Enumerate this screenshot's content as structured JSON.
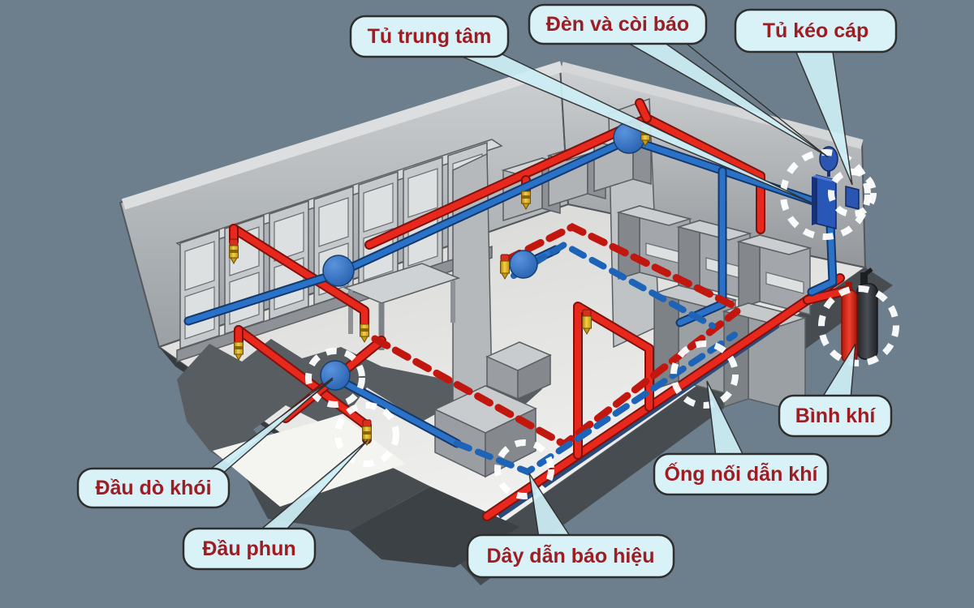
{
  "diagram": {
    "type": "isometric-fire-alarm-and-gas-suppression-system",
    "labels": [
      {
        "id": "tu-trung-tam",
        "text": "Tủ trung tâm"
      },
      {
        "id": "den-va-coi-bao",
        "text": "Đèn và còi báo"
      },
      {
        "id": "tu-keo-cap",
        "text": "Tủ kéo cáp"
      },
      {
        "id": "binh-khi",
        "text": "Bình khí"
      },
      {
        "id": "ong-noi-dan-khi",
        "text": "Ống nối dẫn khí"
      },
      {
        "id": "day-dan-bao-hieu",
        "text": "Dây dẫn báo hiệu"
      },
      {
        "id": "dau-do-khoi",
        "text": "Đầu dò khói"
      },
      {
        "id": "dau-phun",
        "text": "Đầu phun"
      }
    ],
    "components": [
      {
        "name": "central-control-cabinet",
        "label": "Tủ trung tâm"
      },
      {
        "name": "alarm-light-and-siren",
        "label": "Đèn và còi báo"
      },
      {
        "name": "cable-pull-cabinet",
        "label": "Tủ kéo cáp"
      },
      {
        "name": "gas-cylinders",
        "label": "Bình khí"
      },
      {
        "name": "gas-connection-pipe",
        "label": "Ống nối dẫn khí"
      },
      {
        "name": "signal-wires",
        "label": "Dây dẫn báo hiệu"
      },
      {
        "name": "smoke-detector",
        "label": "Đầu dò khói"
      },
      {
        "name": "sprinkler-nozzle",
        "label": "Đầu phun"
      }
    ],
    "colors": {
      "background": "#6d7e8c",
      "bubble_fill": "#d8f2f8",
      "label_text": "#9e1d23",
      "pipe_red": "#e8281c",
      "pipe_blue": "#2a72c8",
      "wire_red_dashed": "#c2170f",
      "wire_blue_dashed": "#1d63b8",
      "highlight_circle": "#ffffff",
      "brass_nozzle": "#d4a017",
      "cylinder_red": "#e03020",
      "cylinder_black": "#33363b"
    }
  }
}
